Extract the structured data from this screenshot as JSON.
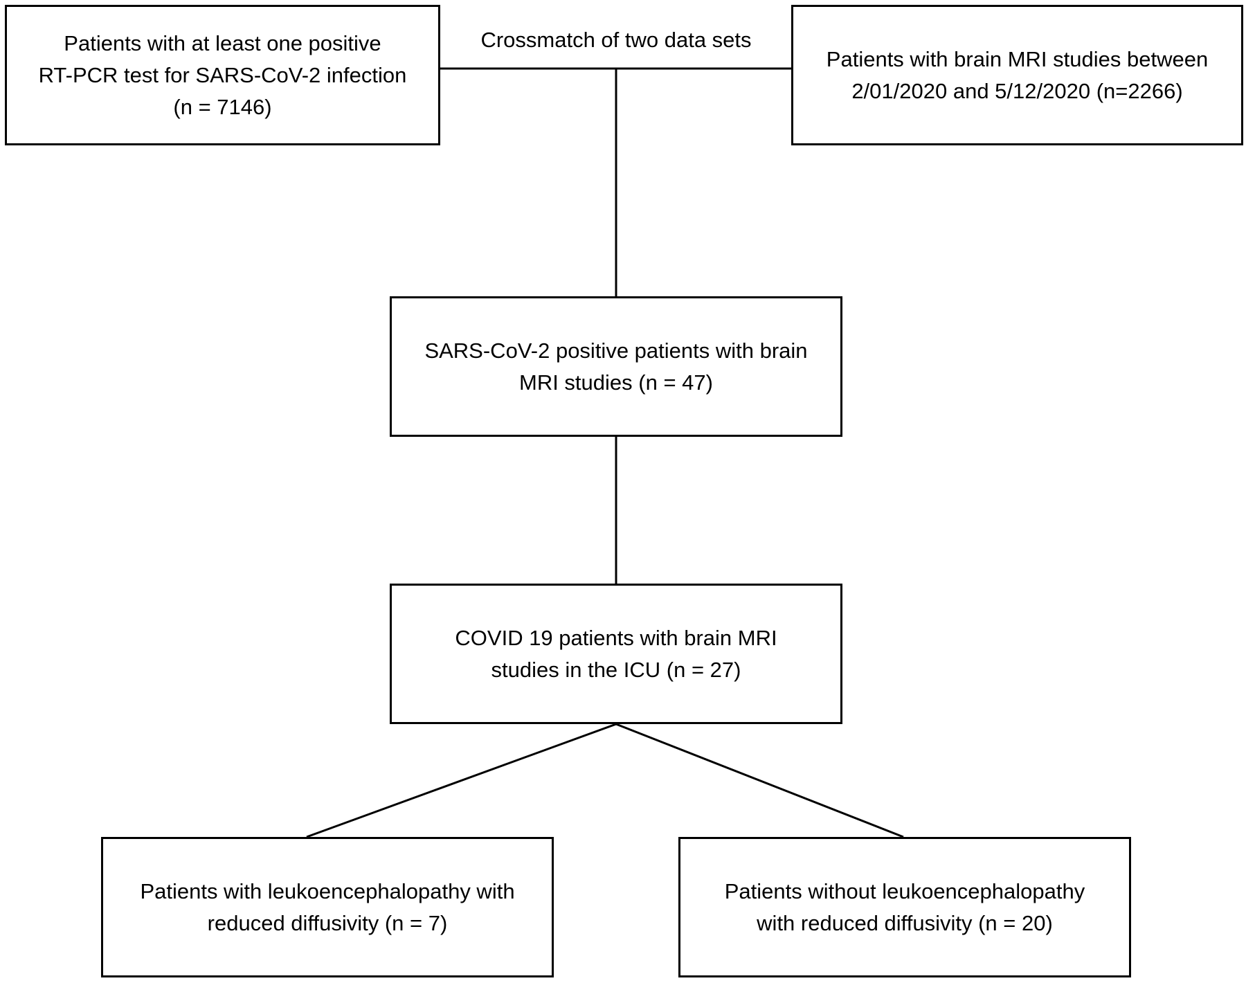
{
  "diagram": {
    "crossmatch_label": "Crossmatch of two data sets",
    "boxes": {
      "positive_tests": "Patients with at least one positive\nRT-PCR test for SARS-CoV-2 infection\n(n = 7146)",
      "mri_studies": "Patients with brain MRI studies between\n2/01/2020 and 5/12/2020 (n=2266)",
      "positive_mri": "SARS-CoV-2 positive patients with brain\nMRI studies (n = 47)",
      "icu": "COVID 19 patients with brain MRI\nstudies in the ICU (n = 27)",
      "with_leuko": "Patients with leukoencephalopathy with\nreduced diffusivity (n = 7)",
      "without_leuko": "Patients without leukoencephalopathy\nwith reduced diffusivity (n = 20)"
    },
    "colors": {
      "line": "#000000",
      "box_border": "#000000",
      "background": "#ffffff",
      "text": "#000000"
    }
  }
}
